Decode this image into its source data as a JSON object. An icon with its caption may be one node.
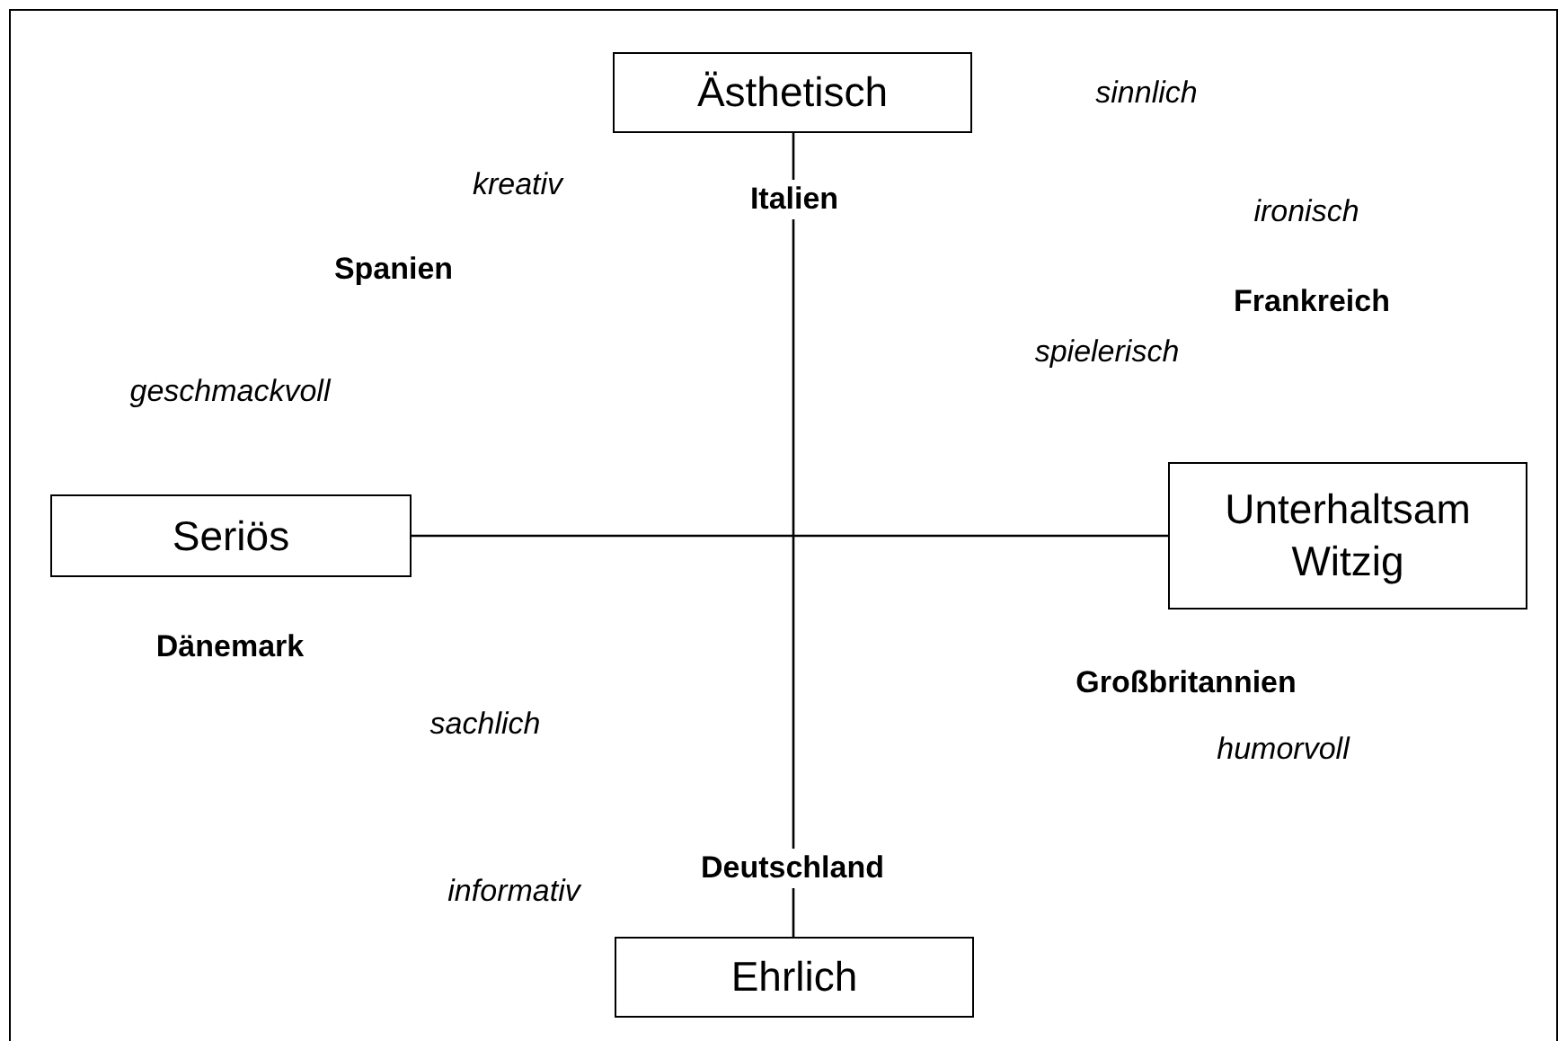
{
  "diagram": {
    "nodes": [
      {
        "text": [
          "Ästhetisch"
        ]
      },
      {
        "text": [
          "Seriös"
        ]
      },
      {
        "text": [
          "Unterhaltsam Witzig"
        ]
      },
      {
        "text": [
          "Ehrlich"
        ]
      }
    ],
    "edges": [
      {
        "from": 0,
        "to": 3,
        "arrow": "none"
      },
      {
        "from": 1,
        "to": 2,
        "arrow": "none"
      }
    ],
    "labels": [
      "sinnlich",
      "kreativ",
      "Italien",
      "ironisch",
      "Spanien",
      "Frankreich",
      "spielerisch",
      "geschmackvoll",
      "Dänemark",
      "Großbritannien",
      "sachlich",
      "humorvoll",
      "Deutschland",
      "informativ"
    ]
  }
}
